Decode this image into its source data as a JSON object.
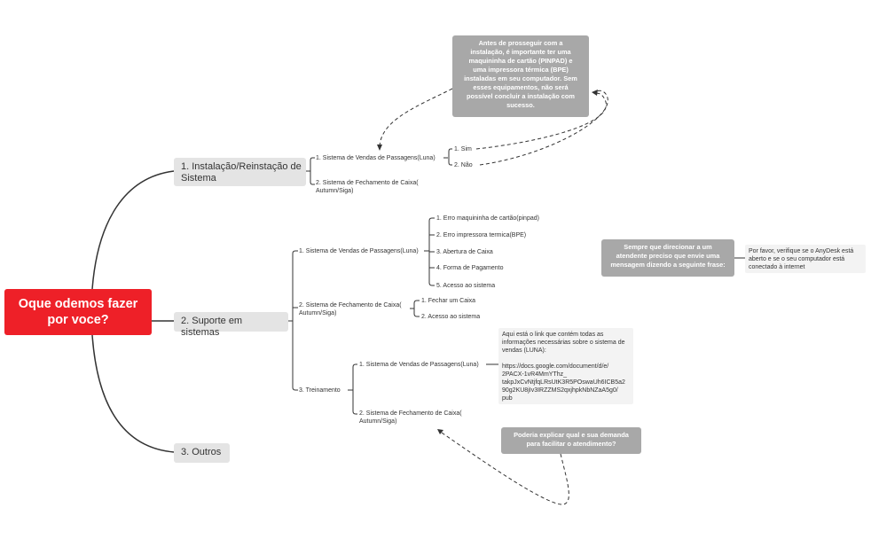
{
  "root": {
    "lines": [
      "Oque odemos fazer",
      "por voce?"
    ]
  },
  "topics": {
    "instalacao": {
      "lines": [
        "1. Instalação/Reinstação de",
        "Sistema"
      ],
      "children": {
        "luna": "1. Sistema de Vendas de Passagens(Luna)",
        "siga": [
          "2. Sistema de Fechamento de Caixa(",
          "Autumn/Siga)"
        ]
      },
      "luna_options": {
        "sim": "1. Sim",
        "nao": "2. Não"
      },
      "warning": [
        "Antes de prosseguir com a",
        "instalação, é importante ter uma",
        "maquininha de cartão (PINPAD) e",
        "uma impressora térmica (BPE)",
        "instaladas em seu computador. Sem",
        "esses equipamentos, não será",
        "possível concluir a instalação com",
        "sucesso."
      ]
    },
    "suporte": {
      "label": "2. Suporte em sistemas",
      "children": {
        "luna": "1. Sistema de Vendas de Passagens(Luna)",
        "siga": [
          "2. Sistema de Fechamento de Caixa(",
          "Autumn/Siga)"
        ],
        "treinamento": "3. Treinamento"
      },
      "luna_items": [
        "1. Erro maquininha de cartão(pinpad)",
        "2. Erro impressora termica(BPE)",
        "3. Abertura de Caixa",
        "4. Forma de Pagamento",
        "5. Acesso ao sistema"
      ],
      "siga_items": [
        "1. Fechar um Caixa",
        "2. Acesso ao sistema"
      ],
      "treinamento_items": {
        "luna": "1. Sistema de Vendas de Passagens(Luna)",
        "siga": [
          "2. Sistema de Fechamento de Caixa(",
          "Autumn/Siga)"
        ]
      },
      "link_note": [
        "Aqui está o link que contém todas as",
        "informações necessárias sobre o sistema de",
        "vendas (LUNA):",
        "",
        "https://docs.google.com/document/d/e/",
        "2PACX-1vR4MmYThz_",
        "takpJxCvNtjfqLRsUtK3R5POswaUh6ICB5a2",
        "90g2KU8jIv3IRZZMS2qxjhpkNbNZaA5g0/",
        "pub"
      ],
      "demand_callout": [
        "Poderia explicar qual e sua demanda",
        "para facilitar o atendimento?"
      ]
    },
    "outros": {
      "label": "3. Outros"
    }
  },
  "anydesk": {
    "callout": [
      "Sempre que direcionar a um",
      "atendente preciso que envie uma",
      "mensagem dizendo a seguinte frase:"
    ],
    "message": [
      "Por favor, verifique se o AnyDesk está",
      "aberto e se o seu computador está",
      "conectado à internet"
    ]
  },
  "colors": {
    "root": "#ee2028",
    "topic_bg": "#e4e4e4",
    "callout_bg": "#a8a8a8",
    "line": "#333333"
  }
}
